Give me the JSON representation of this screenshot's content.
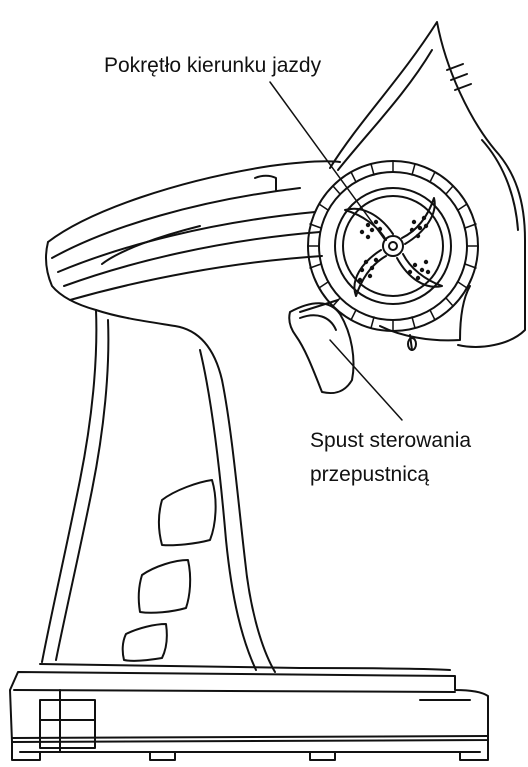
{
  "labels": {
    "steering_wheel": "Pokrętło kierunku jazdy",
    "throttle_trigger_line1": "Spust sterowania",
    "throttle_trigger_line2": "przepustnicą"
  },
  "colors": {
    "ink": "#111111",
    "background": "#ffffff"
  }
}
